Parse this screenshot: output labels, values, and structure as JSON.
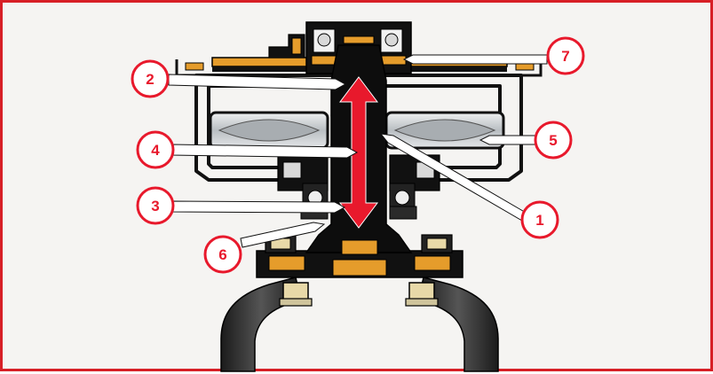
{
  "colors": {
    "accent": "#e8192c",
    "frame": "#d71f26",
    "body": "#111111",
    "housing": "#e59c2b",
    "bearing": "#cfd3d6"
  },
  "arrow": {
    "color": "#e8192c",
    "direction": "vertical-double"
  },
  "callouts": [
    {
      "id": "c1",
      "label": "1"
    },
    {
      "id": "c2",
      "label": "2"
    },
    {
      "id": "c3",
      "label": "3"
    },
    {
      "id": "c4",
      "label": "4"
    },
    {
      "id": "c5",
      "label": "5"
    },
    {
      "id": "c6",
      "label": "6"
    },
    {
      "id": "c7",
      "label": "7"
    }
  ]
}
